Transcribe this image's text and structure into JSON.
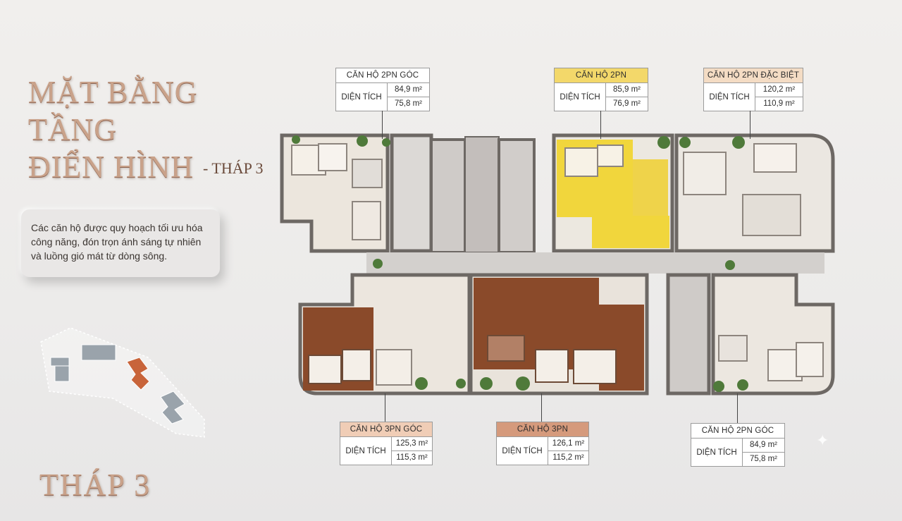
{
  "title": {
    "line1": "MẶT BẰNG",
    "line2": "TẦNG",
    "line3": "ĐIỂN HÌNH",
    "suffix": "- THÁP 3"
  },
  "description": "Các căn hộ được quy hoạch tối ưu hóa công năng, đón trọn ánh sáng tự nhiên và luồng gió mát từ dòng sông.",
  "tower_label": "THÁP 3",
  "area_label": "DIỆN TÍCH",
  "units": [
    {
      "name": "CĂN HỘ 2PN GÓC",
      "area1": "84,9 m²",
      "area2": "75,8 m²",
      "color": "#ffffff"
    },
    {
      "name": "CĂN HỘ 2PN",
      "area1": "85,9 m²",
      "area2": "76,9 m²",
      "color": "#f3d86a"
    },
    {
      "name": "CĂN HỘ 2PN ĐẶC BIỆT",
      "area1": "120,2 m²",
      "area2": "110,9 m²",
      "color": "#f4dcc4"
    },
    {
      "name": "CĂN HỘ 3PN GÓC",
      "area1": "125,3 m²",
      "area2": "115,3 m²",
      "color": "#f0cdb6"
    },
    {
      "name": "CĂN HỘ 3PN",
      "area1": "126,1 m²",
      "area2": "115,2 m²",
      "color": "#d59a7c"
    },
    {
      "name": "CĂN HỘ 2PN GÓC",
      "area1": "84,9 m²",
      "area2": "75,8 m²",
      "color": "#ffffff"
    }
  ],
  "colors": {
    "highlight_yellow": "#f1d63c",
    "highlight_wood": "#8a4a2a",
    "site_orange": "#c8643a",
    "site_grey": "#9aa3ab"
  },
  "icons": {
    "sparkle": "✦"
  }
}
